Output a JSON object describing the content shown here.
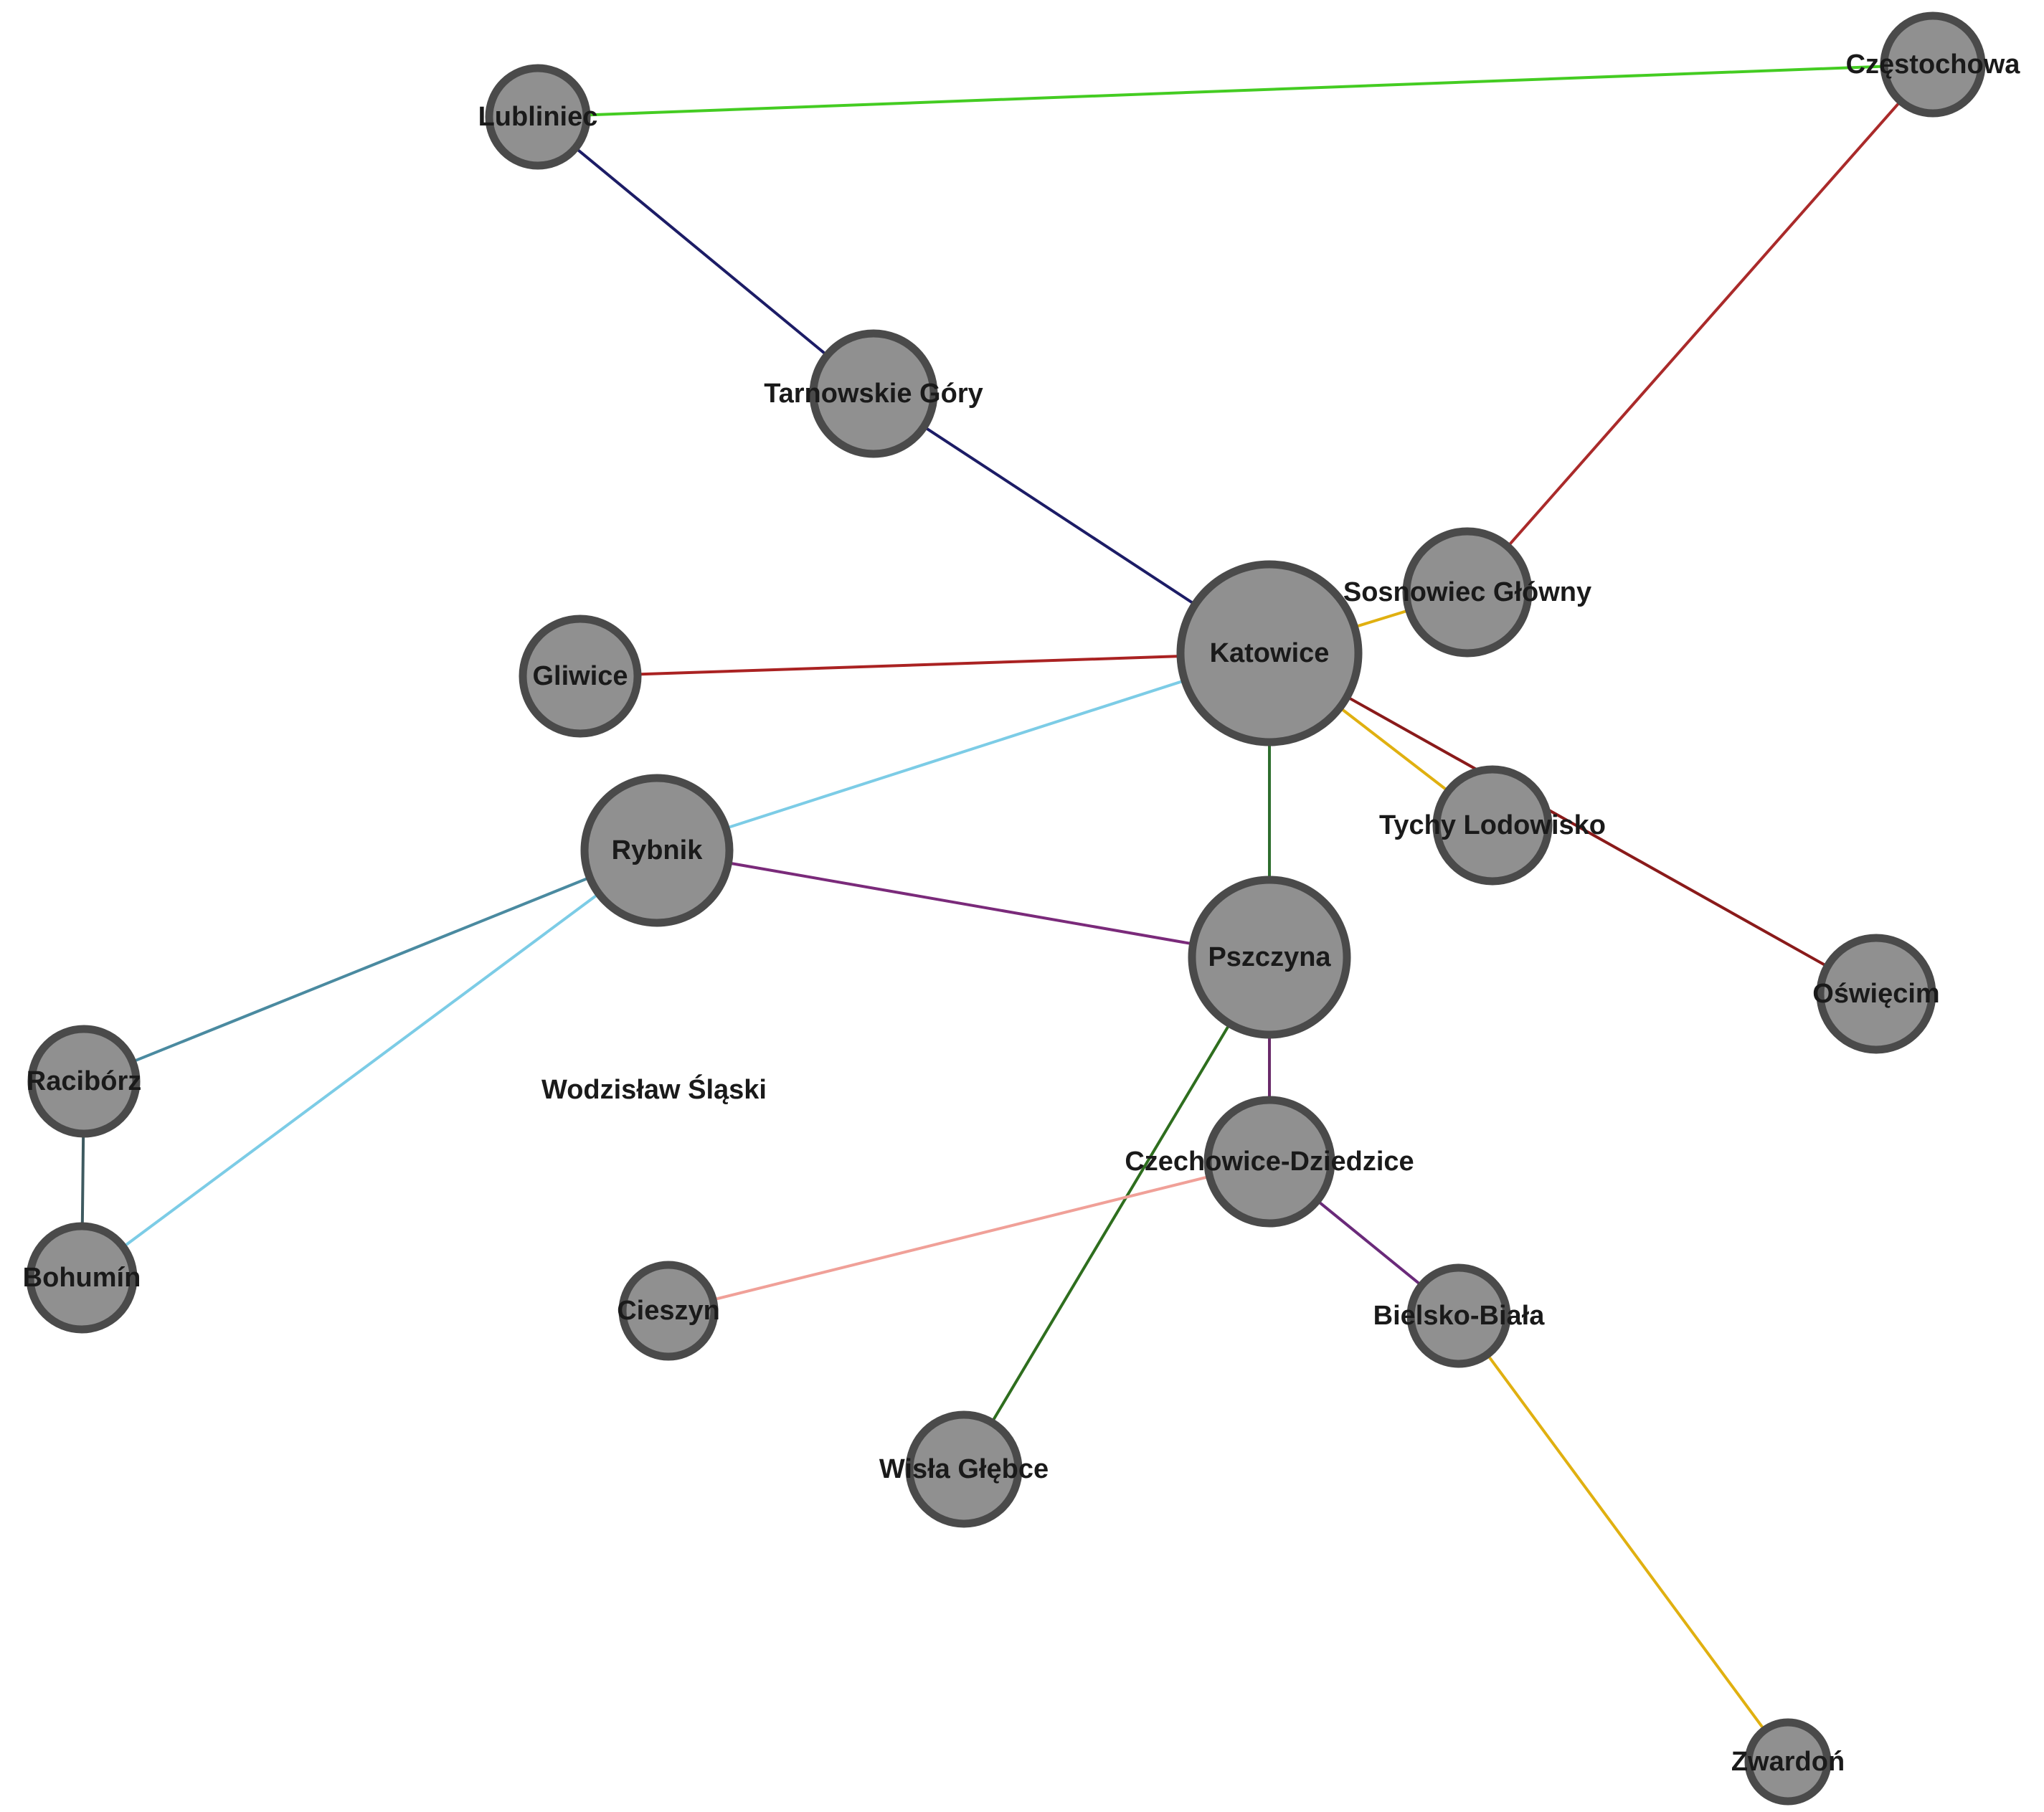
{
  "nodes": [
    {
      "id": "lubliniec",
      "label": "Lubliniec"
    },
    {
      "id": "czestochowa",
      "label": "Częstochowa"
    },
    {
      "id": "tarnowskie_gory",
      "label": "Tarnowskie Góry"
    },
    {
      "id": "sosnowiec",
      "label": "Sosnowiec Główny"
    },
    {
      "id": "katowice",
      "label": "Katowice"
    },
    {
      "id": "gliwice",
      "label": "Gliwice"
    },
    {
      "id": "rybnik",
      "label": "Rybnik"
    },
    {
      "id": "tychy",
      "label": "Tychy Lodowisko"
    },
    {
      "id": "pszczyna",
      "label": "Pszczyna"
    },
    {
      "id": "oswiecim",
      "label": "Oświęcim"
    },
    {
      "id": "raciborz",
      "label": "Racibórz"
    },
    {
      "id": "wodzislaw",
      "label": "Wodzisław Śląski"
    },
    {
      "id": "czechowice",
      "label": "Czechowice-Dziedzice"
    },
    {
      "id": "bohumin",
      "label": "Bohumín"
    },
    {
      "id": "cieszyn",
      "label": "Cieszyn"
    },
    {
      "id": "bielsko",
      "label": "Bielsko-Biała"
    },
    {
      "id": "wisla",
      "label": "Wisła Głębce"
    },
    {
      "id": "zwardon",
      "label": "Zwardoń"
    }
  ],
  "edges": [
    {
      "from": "lubliniec",
      "to": "czestochowa",
      "color": "#44cc22"
    },
    {
      "from": "lubliniec",
      "to": "tarnowskie_gory",
      "color": "#1c1c66"
    },
    {
      "from": "tarnowskie_gory",
      "to": "katowice",
      "color": "#1c1c66"
    },
    {
      "from": "czestochowa",
      "to": "sosnowiec",
      "color": "#aa2a2a"
    },
    {
      "from": "katowice",
      "to": "sosnowiec",
      "color": "#e0b010"
    },
    {
      "from": "gliwice",
      "to": "katowice",
      "color": "#aa2222"
    },
    {
      "from": "katowice",
      "to": "rybnik",
      "color": "#7ccce6"
    },
    {
      "from": "katowice",
      "to": "pszczyna",
      "color": "#2e6e2e"
    },
    {
      "from": "katowice",
      "to": "tychy",
      "color": "#e0b010"
    },
    {
      "from": "katowice",
      "to": "oswiecim",
      "color": "#8a1a1a"
    },
    {
      "from": "rybnik",
      "to": "pszczyna",
      "color": "#7a2a7a"
    },
    {
      "from": "rybnik",
      "to": "raciborz",
      "color": "#4a8aa0"
    },
    {
      "from": "rybnik",
      "to": "bohumin",
      "color": "#7ccce6"
    },
    {
      "from": "raciborz",
      "to": "bohumin",
      "color": "#3e5a60"
    },
    {
      "from": "pszczyna",
      "to": "czechowice",
      "color": "#6a2a6a"
    },
    {
      "from": "pszczyna",
      "to": "wisla",
      "color": "#2e6e1e"
    },
    {
      "from": "czechowice",
      "to": "cieszyn",
      "color": "#f0a098"
    },
    {
      "from": "czechowice",
      "to": "bielsko",
      "color": "#6a2a7a"
    },
    {
      "from": "bielsko",
      "to": "zwardon",
      "color": "#e0b010"
    }
  ]
}
